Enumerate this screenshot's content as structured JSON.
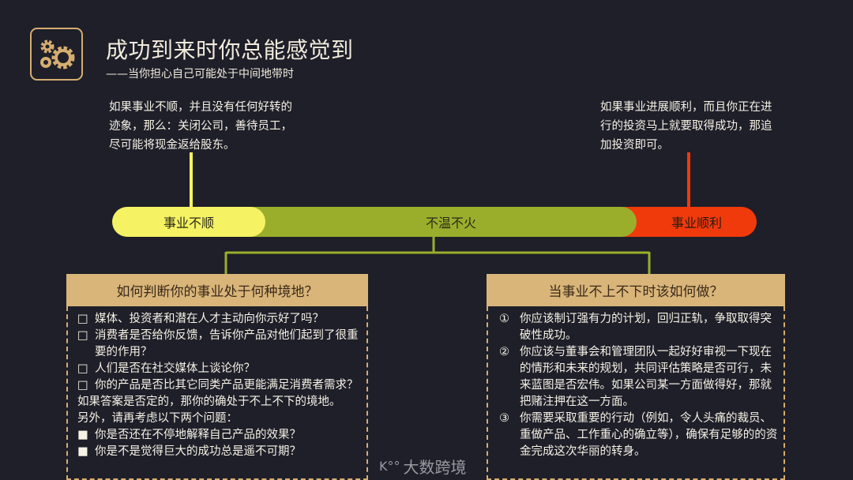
{
  "header": {
    "title": "成功到来时你总能感觉到",
    "subtitle": "——当你担心自己可能处于中间地带时",
    "icon": "gears-icon"
  },
  "notes": {
    "left": "如果事业不顺，并且没有任何好转的迹象，那么：关闭公司，善待员工，尽可能将现金返给股东。",
    "right": "如果事业进展顺利，而且你正在进行的投资马上就要取得成功，那追加投资即可。"
  },
  "bar": {
    "segments": [
      {
        "label": "事业不顺",
        "color": "#f5f263"
      },
      {
        "label": "不温不火",
        "color": "#9bae2b"
      },
      {
        "label": "事业顺利",
        "color": "#f03a0c"
      }
    ]
  },
  "colors": {
    "accent": "#d9b57a",
    "connector": "#9bae2b"
  },
  "left_box": {
    "title": "如何判断你的事业处于何种境地？",
    "items": [
      {
        "marker": "□",
        "text": "媒体、投资者和潜在人才主动向你示好了吗？"
      },
      {
        "marker": "□",
        "text": "消费者是否给你反馈，告诉你产品对他们起到了很重要的作用？"
      },
      {
        "marker": "□",
        "text": "人们是否在社交媒体上谈论你？"
      },
      {
        "marker": "□",
        "text": "你的产品是否比其它同类产品更能满足消费者需求？"
      }
    ],
    "conclusion": "如果答案是否定的，那你的确处于不上不下的境地。",
    "extra": "另外，请再考虑以下两个问题：",
    "questions": [
      {
        "marker": "■",
        "text": "你是否还在不停地解释自己产品的效果？"
      },
      {
        "marker": "■",
        "text": "你是不是觉得巨大的成功总是遥不可期？"
      }
    ]
  },
  "right_box": {
    "title": "当事业不上不下时该如何做？",
    "items": [
      {
        "marker": "①",
        "text": "你应该制订强有力的计划，回归正轨，争取取得突破性成功。"
      },
      {
        "marker": "②",
        "text": "你应该与董事会和管理团队一起好好审视一下现在的情形和未来的规划，共同评估策略是否可行，未来蓝图是否宏伟。如果公司某一方面做得好，那就把赌注押在这一方面。"
      },
      {
        "marker": "③",
        "text": "你需要采取重要的行动（例如，令人头痛的裁员、重做产品、工作重心的确立等），确保有足够的的资金完成这次华丽的转身。"
      }
    ]
  },
  "watermark": "大数跨境"
}
